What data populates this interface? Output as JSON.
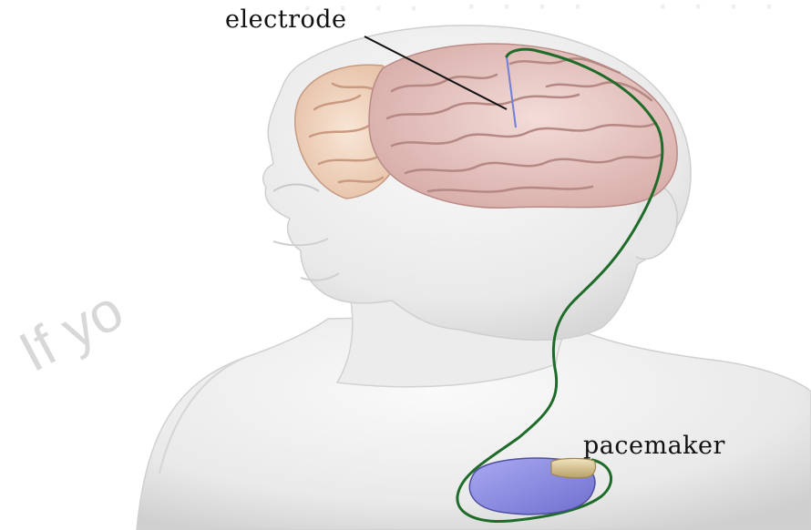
{
  "labels": {
    "electrode": "electrode",
    "pacemaker": "pacemaker"
  },
  "watermark": {
    "text": "If yo"
  },
  "colors": {
    "skin": "#eeeeee",
    "brain_front": "#e8c6c0",
    "brain_back": "#f0d2bf",
    "lead_wire": "#1f6b2a",
    "pacemaker_body": "#8f8fe0",
    "pacemaker_header": "#d9c79a",
    "label_line": "#111111"
  },
  "icons": [
    "human-head-shoulders",
    "brain",
    "deep-brain-electrode",
    "lead-wire",
    "implanted-pacemaker"
  ]
}
